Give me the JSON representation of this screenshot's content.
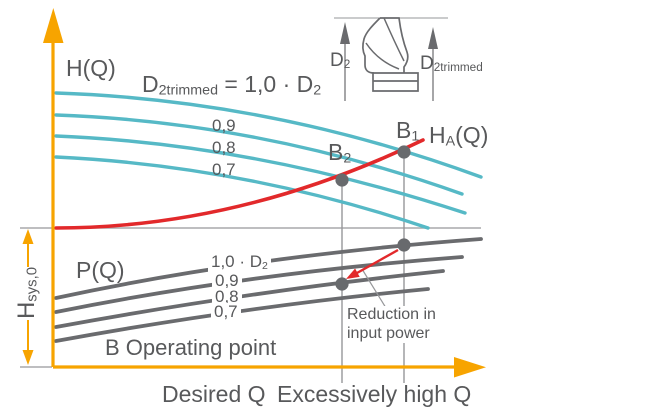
{
  "upper": {
    "h_label": "H(Q)",
    "family_label": {
      "base": "D",
      "sub": "2trimmed",
      "mid": " = 1,0 · D",
      "sub2": "2"
    },
    "trim_labels": [
      "0,9",
      "0,8",
      "0,7"
    ],
    "b2": {
      "base": "B",
      "sub": "2"
    },
    "b1": {
      "base": "B",
      "sub": "1"
    },
    "ha_label": {
      "base": "H",
      "sub": "A",
      "rest": "(Q)"
    }
  },
  "lower": {
    "p_label": "P(Q)",
    "full_diameter_label": {
      "base": "1,0 · D",
      "sub": "2"
    },
    "trim_labels": [
      "0,9",
      "0,8",
      "0,7"
    ],
    "operating_label": "B Operating point",
    "note_line1": "Reduction in",
    "note_line2": "input power"
  },
  "axes": {
    "hsys_label": {
      "base": "H",
      "sub": "sys,0"
    },
    "x_label_desired": "Desired Q",
    "x_label_excessive": "Excessively high Q"
  },
  "pump": {
    "d2_label": {
      "base": "D",
      "sub": "2"
    },
    "d2trimmed_label": {
      "base": "D",
      "sub": "2trimmed"
    }
  },
  "colors": {
    "orange": "#F7A400",
    "red": "#E2292B",
    "cyan": "#56B9C6",
    "dark_gray": "#6A6B6E",
    "dot_gray": "#686A6D",
    "light_gray": "#A8A9AB",
    "line_gray": "#96979A",
    "text": "#58595B"
  }
}
